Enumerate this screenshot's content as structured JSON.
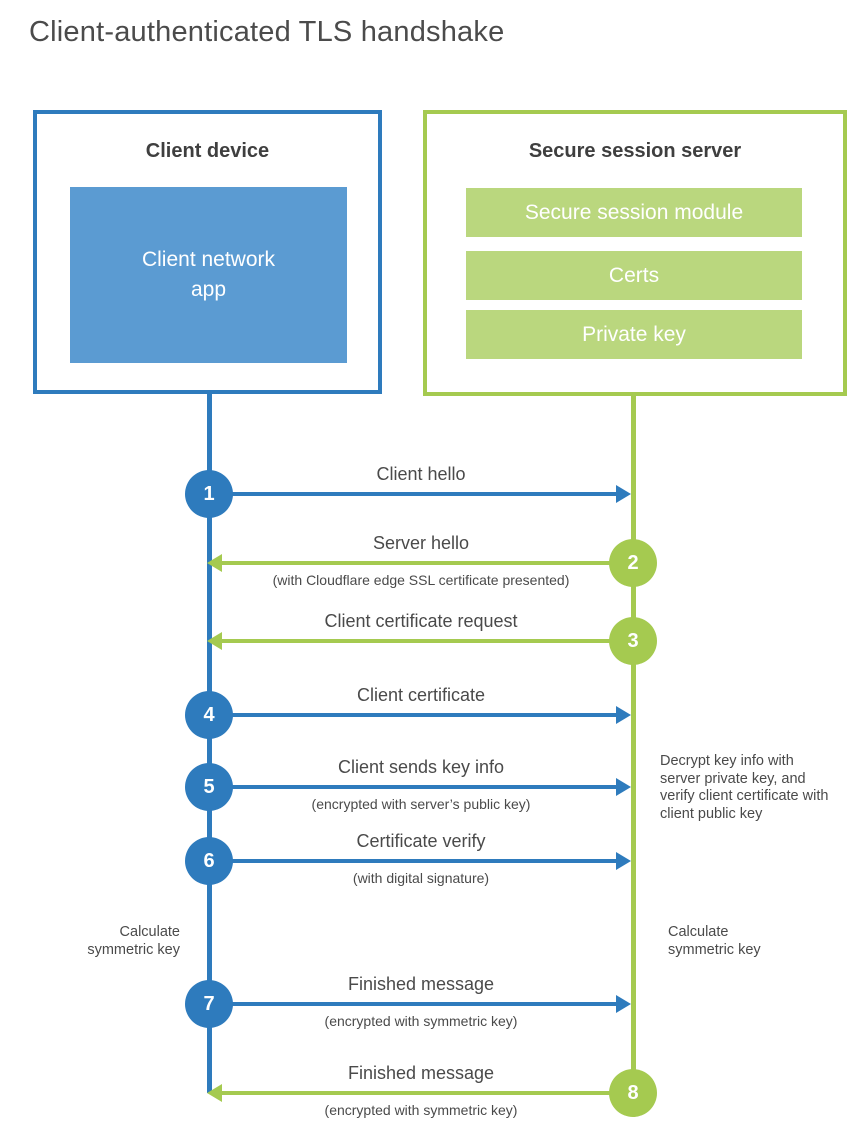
{
  "title": "Client-authenticated TLS handshake",
  "colors": {
    "blue": "#2e7bbd",
    "blue_light": "#5b9bd2",
    "green": "#a5ca50",
    "green_light": "#bad77e",
    "text_dark": "#3f3f3f",
    "text_gray": "#4a4a4a"
  },
  "client_box": {
    "title": "Client device",
    "app_label": "Client network\napp"
  },
  "server_box": {
    "title": "Secure session server",
    "modules": [
      "Secure session module",
      "Certs",
      "Private key"
    ]
  },
  "steps": [
    {
      "num": "1",
      "label": "Client hello",
      "sub": "",
      "direction": "client-to-server",
      "color": "blue"
    },
    {
      "num": "2",
      "label": "Server hello",
      "sub": "(with Cloudflare edge SSL certificate presented)",
      "direction": "server-to-client",
      "color": "green"
    },
    {
      "num": "3",
      "label": "Client certificate request",
      "sub": "",
      "direction": "server-to-client",
      "color": "green"
    },
    {
      "num": "4",
      "label": "Client certificate",
      "sub": "",
      "direction": "client-to-server",
      "color": "blue"
    },
    {
      "num": "5",
      "label": "Client sends key info",
      "sub": "(encrypted with server’s public key)",
      "direction": "client-to-server",
      "color": "blue"
    },
    {
      "num": "6",
      "label": "Certificate verify",
      "sub": "(with digital signature)",
      "direction": "client-to-server",
      "color": "blue"
    },
    {
      "num": "7",
      "label": "Finished message",
      "sub": "(encrypted with symmetric key)",
      "direction": "client-to-server",
      "color": "blue"
    },
    {
      "num": "8",
      "label": "Finished message",
      "sub": "(encrypted with symmetric key)",
      "direction": "server-to-client",
      "color": "green"
    }
  ],
  "annotations": {
    "decrypt_note": "Decrypt key info with server private key, and verify client certificate with client public key",
    "calc_left": "Calculate symmetric key",
    "calc_right": "Calculate symmetric key"
  }
}
